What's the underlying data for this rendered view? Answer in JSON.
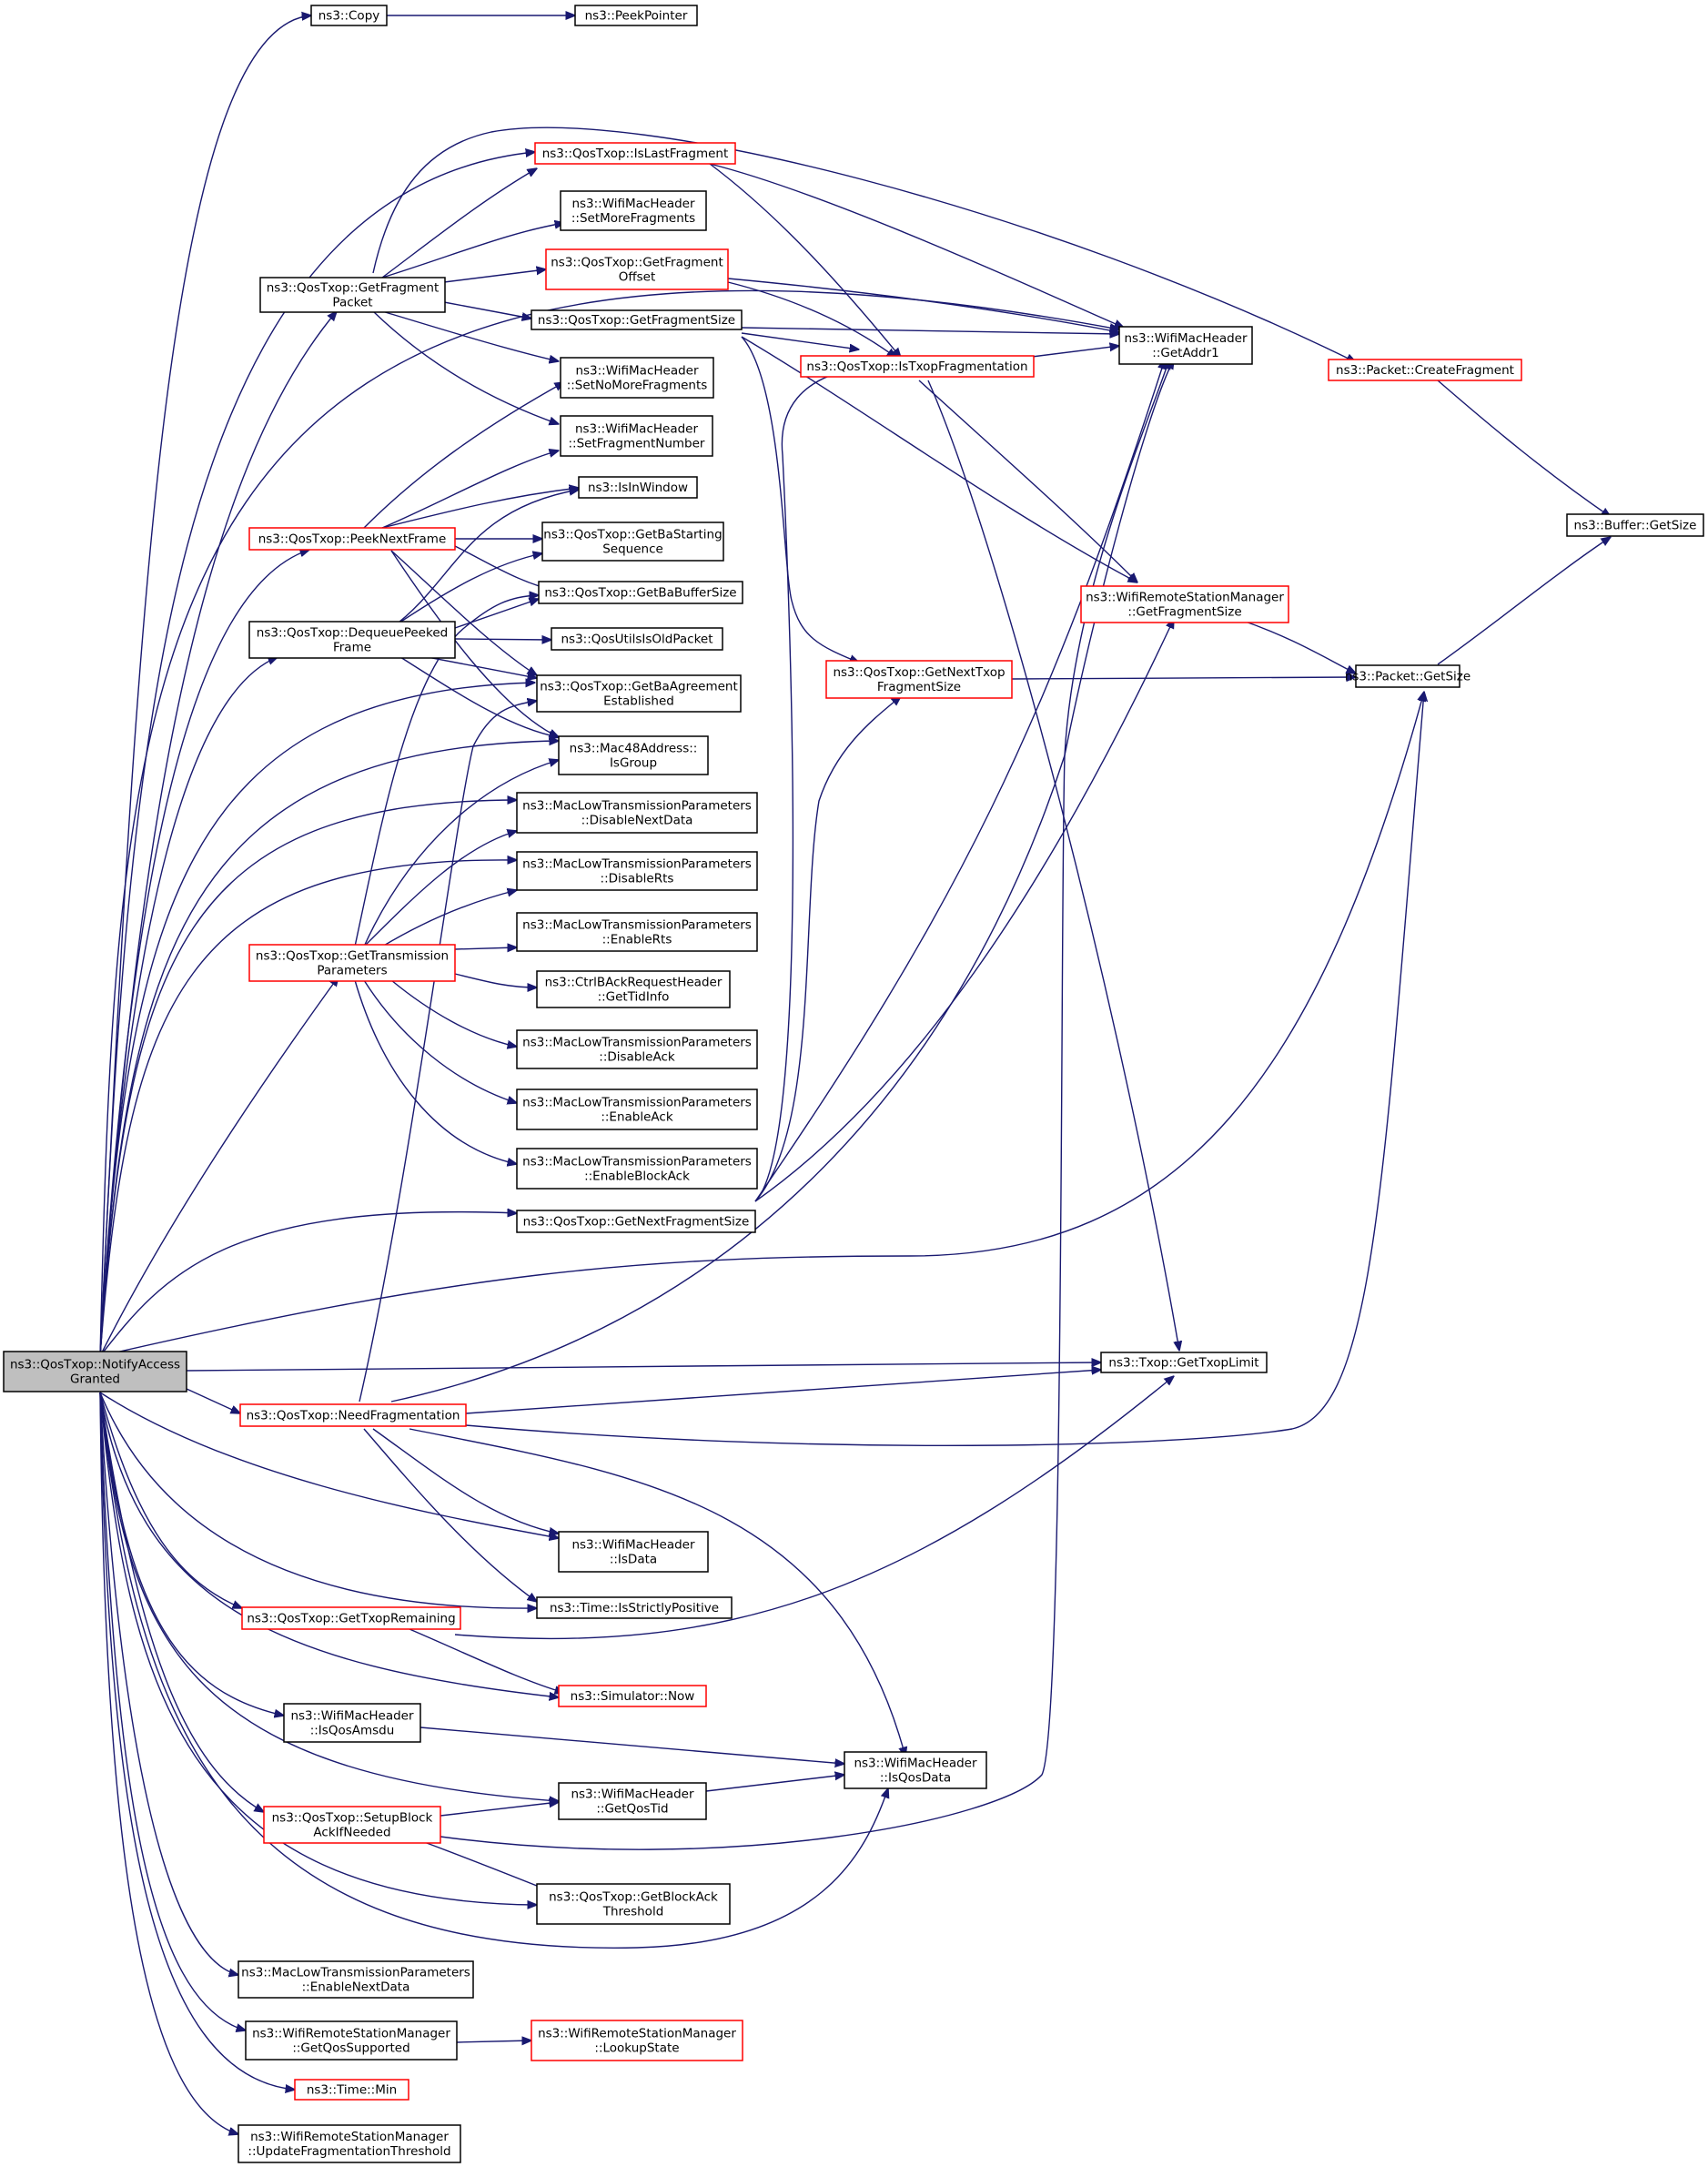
{
  "diagram": {
    "type": "call-graph",
    "colors": {
      "edge": "#191970",
      "border_default": "#000000",
      "border_truncated": "#ff0000",
      "root_fill": "#bfbfbf"
    },
    "nodes": [
      {
        "id": "notify",
        "lines": [
          "ns3::QosTxop::NotifyAccess",
          "Granted"
        ],
        "style": "root"
      },
      {
        "id": "copy",
        "lines": [
          "ns3::Copy"
        ],
        "style": "black"
      },
      {
        "id": "peekptr",
        "lines": [
          "ns3::PeekPointer"
        ],
        "style": "black"
      },
      {
        "id": "islastfrag",
        "lines": [
          "ns3::QosTxop::IsLastFragment"
        ],
        "style": "red"
      },
      {
        "id": "setmorefrag",
        "lines": [
          "ns3::WifiMacHeader",
          "::SetMoreFragments"
        ],
        "style": "black"
      },
      {
        "id": "getfragpacket",
        "lines": [
          "ns3::QosTxop::GetFragment",
          "Packet"
        ],
        "style": "black"
      },
      {
        "id": "getfragoffset",
        "lines": [
          "ns3::QosTxop::GetFragment",
          "Offset"
        ],
        "style": "red"
      },
      {
        "id": "getfragsize",
        "lines": [
          "ns3::QosTxop::GetFragmentSize"
        ],
        "style": "black"
      },
      {
        "id": "getaddr1",
        "lines": [
          "ns3::WifiMacHeader",
          "::GetAddr1"
        ],
        "style": "black"
      },
      {
        "id": "istxopfrag",
        "lines": [
          "ns3::QosTxop::IsTxopFragmentation"
        ],
        "style": "red"
      },
      {
        "id": "createfrag",
        "lines": [
          "ns3::Packet::CreateFragment"
        ],
        "style": "red"
      },
      {
        "id": "setnomorefrag",
        "lines": [
          "ns3::WifiMacHeader",
          "::SetNoMoreFragments"
        ],
        "style": "black"
      },
      {
        "id": "setfragnum",
        "lines": [
          "ns3::WifiMacHeader",
          "::SetFragmentNumber"
        ],
        "style": "black"
      },
      {
        "id": "isinwindow",
        "lines": [
          "ns3::IsInWindow"
        ],
        "style": "black"
      },
      {
        "id": "peeknext",
        "lines": [
          "ns3::QosTxop::PeekNextFrame"
        ],
        "style": "red"
      },
      {
        "id": "getbastart",
        "lines": [
          "ns3::QosTxop::GetBaStarting",
          "Sequence"
        ],
        "style": "black"
      },
      {
        "id": "bufget",
        "lines": [
          "ns3::Buffer::GetSize"
        ],
        "style": "black"
      },
      {
        "id": "getbabuf",
        "lines": [
          "ns3::QosTxop::GetBaBufferSize"
        ],
        "style": "black"
      },
      {
        "id": "rsmgetfragsize",
        "lines": [
          "ns3::WifiRemoteStationManager",
          "::GetFragmentSize"
        ],
        "style": "red"
      },
      {
        "id": "dequeue",
        "lines": [
          "ns3::QosTxop::DequeuePeeked",
          "Frame"
        ],
        "style": "black"
      },
      {
        "id": "qosold",
        "lines": [
          "ns3::QosUtilsIsOldPacket"
        ],
        "style": "black"
      },
      {
        "id": "getnexttxop",
        "lines": [
          "ns3::QosTxop::GetNextTxop",
          "FragmentSize"
        ],
        "style": "red"
      },
      {
        "id": "pktgetsize",
        "lines": [
          "ns3::Packet::GetSize"
        ],
        "style": "black"
      },
      {
        "id": "getbaagr",
        "lines": [
          "ns3::QosTxop::GetBaAgreement",
          "Established"
        ],
        "style": "black"
      },
      {
        "id": "isgroup",
        "lines": [
          "ns3::Mac48Address::",
          "IsGroup"
        ],
        "style": "black"
      },
      {
        "id": "disnextdata",
        "lines": [
          "ns3::MacLowTransmissionParameters",
          "::DisableNextData"
        ],
        "style": "black"
      },
      {
        "id": "disrts",
        "lines": [
          "ns3::MacLowTransmissionParameters",
          "::DisableRts"
        ],
        "style": "black"
      },
      {
        "id": "enrts",
        "lines": [
          "ns3::MacLowTransmissionParameters",
          "::EnableRts"
        ],
        "style": "black"
      },
      {
        "id": "gettxparams",
        "lines": [
          "ns3::QosTxop::GetTransmission",
          "Parameters"
        ],
        "style": "red"
      },
      {
        "id": "gettidinfo",
        "lines": [
          "ns3::CtrlBAckRequestHeader",
          "::GetTidInfo"
        ],
        "style": "black"
      },
      {
        "id": "disack",
        "lines": [
          "ns3::MacLowTransmissionParameters",
          "::DisableAck"
        ],
        "style": "black"
      },
      {
        "id": "enack",
        "lines": [
          "ns3::MacLowTransmissionParameters",
          "::EnableAck"
        ],
        "style": "black"
      },
      {
        "id": "enblockack",
        "lines": [
          "ns3::MacLowTransmissionParameters",
          "::EnableBlockAck"
        ],
        "style": "black"
      },
      {
        "id": "getnextfragsize",
        "lines": [
          "ns3::QosTxop::GetNextFragmentSize"
        ],
        "style": "black"
      },
      {
        "id": "gettxoplimit",
        "lines": [
          "ns3::Txop::GetTxopLimit"
        ],
        "style": "black"
      },
      {
        "id": "needfrag",
        "lines": [
          "ns3::QosTxop::NeedFragmentation"
        ],
        "style": "red"
      },
      {
        "id": "isdata",
        "lines": [
          "ns3::WifiMacHeader",
          "::IsData"
        ],
        "style": "black"
      },
      {
        "id": "isstrictpos",
        "lines": [
          "ns3::Time::IsStrictlyPositive"
        ],
        "style": "black"
      },
      {
        "id": "gettxoprem",
        "lines": [
          "ns3::QosTxop::GetTxopRemaining"
        ],
        "style": "red"
      },
      {
        "id": "simnow",
        "lines": [
          "ns3::Simulator::Now"
        ],
        "style": "red"
      },
      {
        "id": "isqosamsdu",
        "lines": [
          "ns3::WifiMacHeader",
          "::IsQosAmsdu"
        ],
        "style": "black"
      },
      {
        "id": "isqosdata",
        "lines": [
          "ns3::WifiMacHeader",
          "::IsQosData"
        ],
        "style": "black"
      },
      {
        "id": "getqostid",
        "lines": [
          "ns3::WifiMacHeader",
          "::GetQosTid"
        ],
        "style": "black"
      },
      {
        "id": "setupblockack",
        "lines": [
          "ns3::QosTxop::SetupBlock",
          "AckIfNeeded"
        ],
        "style": "red"
      },
      {
        "id": "getblockackthr",
        "lines": [
          "ns3::QosTxop::GetBlockAck",
          "Threshold"
        ],
        "style": "black"
      },
      {
        "id": "ennextdata",
        "lines": [
          "ns3::MacLowTransmissionParameters",
          "::EnableNextData"
        ],
        "style": "black"
      },
      {
        "id": "getqossupp",
        "lines": [
          "ns3::WifiRemoteStationManager",
          "::GetQosSupported"
        ],
        "style": "black"
      },
      {
        "id": "lookupstate",
        "lines": [
          "ns3::WifiRemoteStationManager",
          "::LookupState"
        ],
        "style": "red"
      },
      {
        "id": "timemin",
        "lines": [
          "ns3::Time::Min"
        ],
        "style": "red"
      },
      {
        "id": "updfragthr",
        "lines": [
          "ns3::WifiRemoteStationManager",
          "::UpdateFragmentationThreshold"
        ],
        "style": "black"
      }
    ]
  }
}
